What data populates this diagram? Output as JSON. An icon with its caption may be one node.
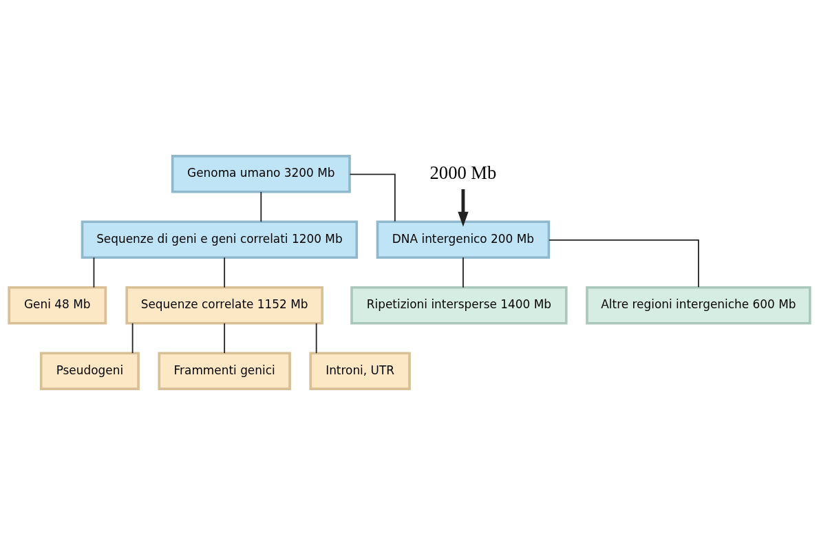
{
  "diagram": {
    "nodes": [
      {
        "text": [
          "Genoma umano 3200 Mb"
        ]
      },
      {
        "text": [
          "Sequenze di geni e geni correlati 1200 Mb"
        ]
      },
      {
        "text": [
          "DNA intergenico 200 Mb"
        ]
      },
      {
        "text": [
          "Geni 48 Mb"
        ]
      },
      {
        "text": [
          "Sequenze correlate 1152 Mb"
        ]
      },
      {
        "text": [
          "Ripetizioni intersperse 1400 Mb"
        ]
      },
      {
        "text": [
          "Altre regioni intergeniche 600 Mb"
        ]
      },
      {
        "text": [
          "Pseudogeni"
        ]
      },
      {
        "text": [
          "Frammenti genici"
        ]
      },
      {
        "text": [
          "Introni, UTR"
        ]
      },
      {
        "text": [
          "2000 Mb"
        ]
      }
    ],
    "edges": [
      {
        "from": 0,
        "to": 1,
        "arrow": "none"
      },
      {
        "from": 0,
        "to": 2,
        "arrow": "none"
      },
      {
        "from": 1,
        "to": 3,
        "arrow": "none"
      },
      {
        "from": 1,
        "to": 4,
        "arrow": "none"
      },
      {
        "from": 2,
        "to": 5,
        "arrow": "none"
      },
      {
        "from": 2,
        "to": 6,
        "arrow": "none"
      },
      {
        "from": 4,
        "to": 7,
        "arrow": "none"
      },
      {
        "from": 4,
        "to": 8,
        "arrow": "none"
      },
      {
        "from": 4,
        "to": 9,
        "arrow": "none"
      },
      {
        "from": 10,
        "to": 2,
        "arrow": "to",
        "style": "thick"
      }
    ]
  }
}
